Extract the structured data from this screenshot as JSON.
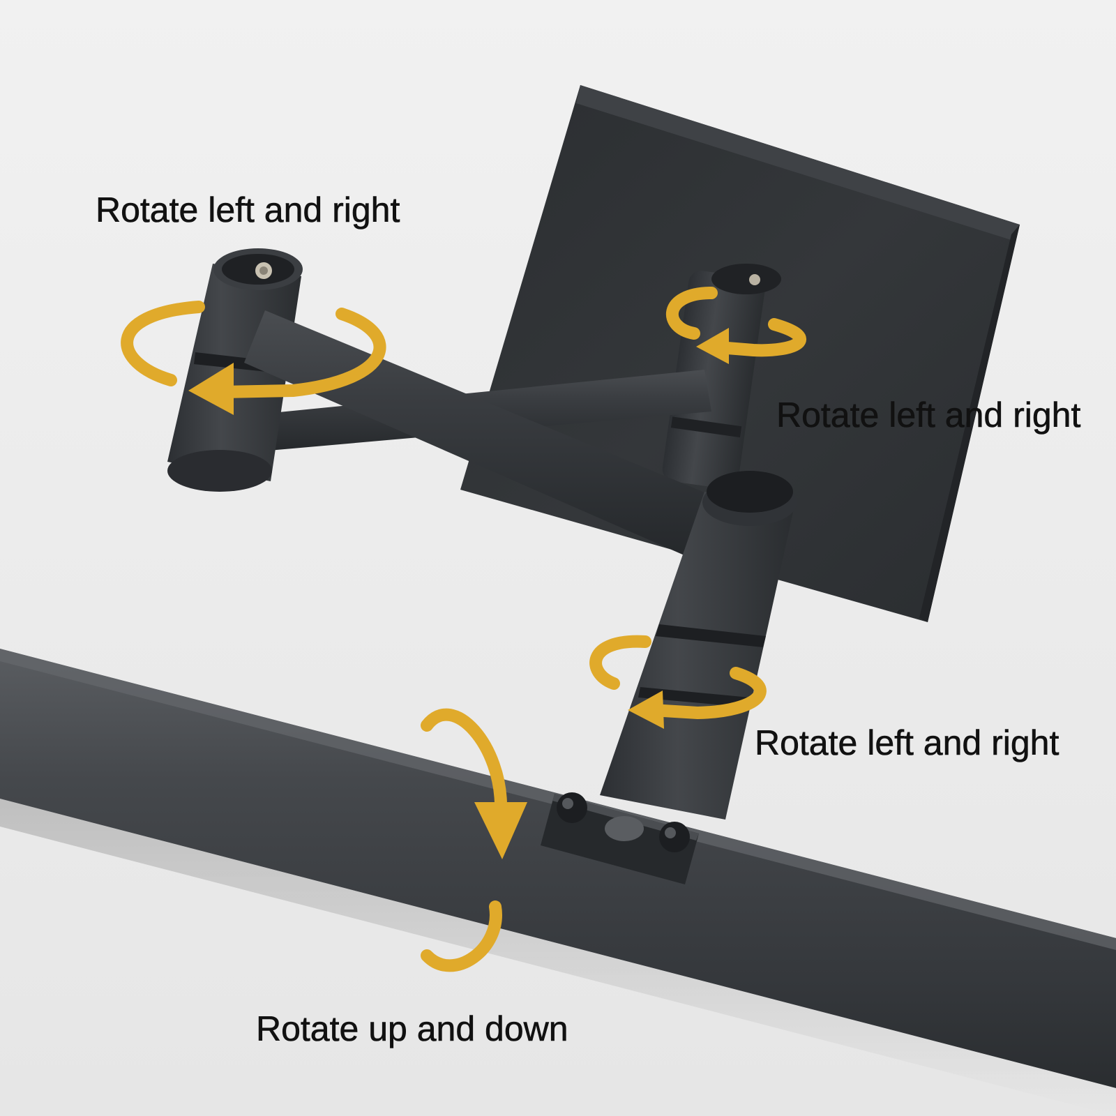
{
  "labels": [
    {
      "text": "Rotate left and right"
    },
    {
      "text": "Rotate left and right"
    },
    {
      "text": "Rotate left and right"
    },
    {
      "text": "Rotate up and down"
    }
  ],
  "colors": {
    "background": "#ececec",
    "metal": "#3a3d40",
    "metal_dark": "#23262a",
    "arrow": "#e0aa2b"
  },
  "icons": [
    "rotate-horizontal-arrow-icon",
    "rotate-vertical-arrow-icon"
  ]
}
